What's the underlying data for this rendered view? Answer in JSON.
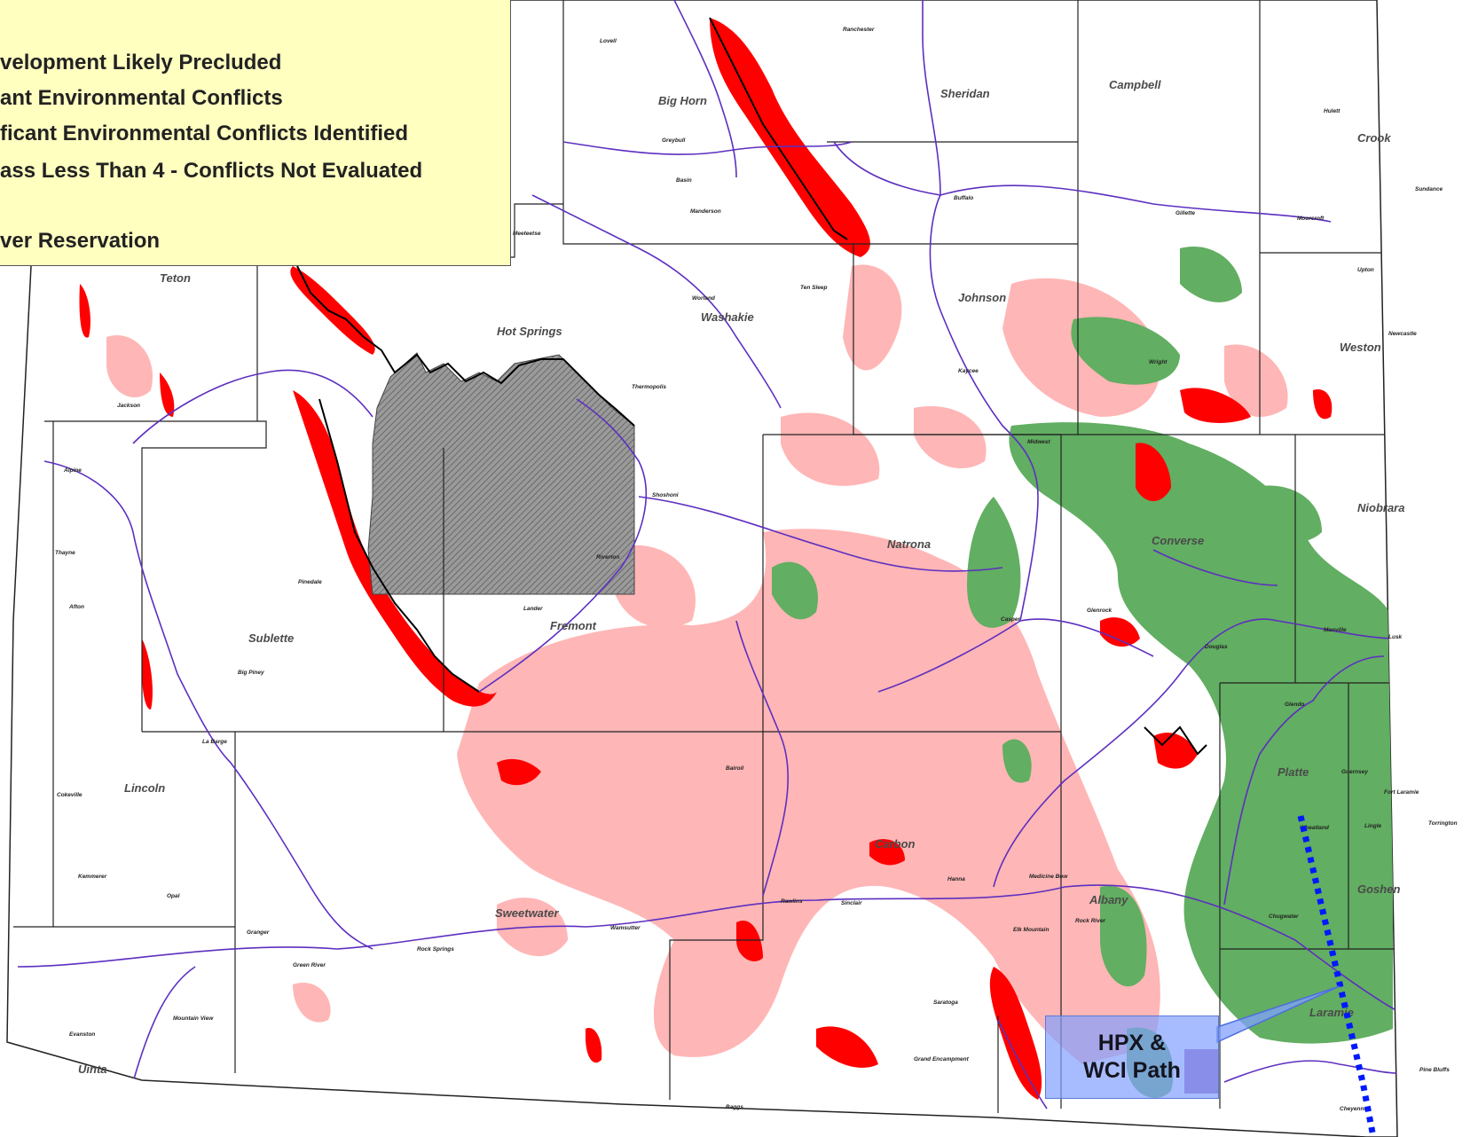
{
  "legend": {
    "items": [
      "velopment Likely Precluded",
      "ant Environmental Conflicts",
      "ficant Environmental Conflicts Identified",
      "ass Less Than 4 - Conflicts Not Evaluated",
      "ver Reservation"
    ]
  },
  "counties": {
    "big_horn": "Big Horn",
    "sheridan": "Sheridan",
    "campbell": "Campbell",
    "crook": "Crook",
    "teton": "Teton",
    "hot_springs": "Hot Springs",
    "washakie": "Washakie",
    "johnson": "Johnson",
    "weston": "Weston",
    "niobrara": "Niobrara",
    "converse": "Converse",
    "natrona": "Natrona",
    "fremont": "Fremont",
    "sublette": "Sublette",
    "lincoln": "Lincoln",
    "platte": "Platte",
    "carbon": "Carbon",
    "albany": "Albany",
    "goshen": "Goshen",
    "sweetwater": "Sweetwater",
    "uinta": "Uinta",
    "laramie": "Laramie"
  },
  "cities": {
    "ranchester": "Ranchester",
    "lovell": "Lovell",
    "greybull": "Greybull",
    "basin": "Basin",
    "manderson": "Manderson",
    "meeteetse": "Meeteetse",
    "buffalo": "Buffalo",
    "gillette": "Gillette",
    "moorcroft": "Moorcroft",
    "sundance": "Sundance",
    "hulett": "Hulett",
    "upton": "Upton",
    "newcastle": "Newcastle",
    "worland": "Worland",
    "ten_sleep": "Ten Sleep",
    "kaycee": "Kaycee",
    "wright": "Wright",
    "thermopolis": "Thermopolis",
    "jackson": "Jackson",
    "alpine": "Alpine",
    "thayne": "Thayne",
    "afton": "Afton",
    "shoshoni": "Shoshoni",
    "riverton": "Riverton",
    "lander": "Lander",
    "pinedale": "Pinedale",
    "big_piney": "Big Piney",
    "la_barge": "La Barge",
    "midwest": "Midwest",
    "casper": "Casper",
    "glenrock": "Glenrock",
    "douglas": "Douglas",
    "manville": "Manville",
    "lusk": "Lusk",
    "glendo": "Glendo",
    "wheatland": "Wheatland",
    "guernsey": "Guernsey",
    "fort_laramie": "Fort Laramie",
    "torrington": "Torrington",
    "lingle": "Lingle",
    "chugwater": "Chugwater",
    "pine_bluffs": "Pine Bluffs",
    "cheyenne": "Cheyenne",
    "rawlins": "Rawlins",
    "sinclair": "Sinclair",
    "hanna": "Hanna",
    "medicine_bow": "Medicine Bow",
    "rock_river": "Rock River",
    "elk_mountain": "Elk Mountain",
    "saratoga": "Saratoga",
    "encampment": "Grand Encampment",
    "baggs": "Baggs",
    "wamsutter": "Wamsutter",
    "rock_springs": "Rock Springs",
    "green_river": "Green River",
    "granger": "Granger",
    "kemmerer": "Kemmerer",
    "opal": "Opal",
    "cokeville": "Cokeville",
    "mountain_view": "Mountain View",
    "evanston": "Evanston",
    "bairoil": "Bairoil"
  },
  "callout": {
    "line1": "HPX &",
    "line2": "WCI Path"
  },
  "colors": {
    "precluded_red": "#ff0000",
    "conflicts_pink": "#ffb6b6",
    "no_conflicts_green": "#62ae62",
    "reservation_gray": "#a8a8a8",
    "highway_purple": "#5d2fc0",
    "legend_bg": "#ffffc0",
    "path_blue": "#0018ff"
  }
}
